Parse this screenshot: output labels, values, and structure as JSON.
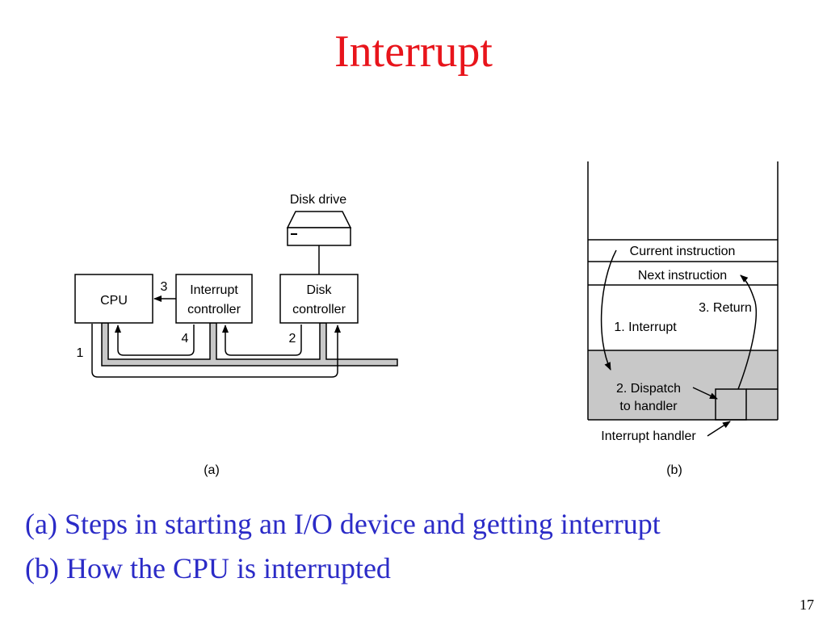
{
  "slide": {
    "title": "Interrupt",
    "page_number": "17",
    "captions": [
      "(a) Steps in starting an I/O device and getting interrupt",
      "(b) How the CPU is interrupted"
    ]
  },
  "figure_a": {
    "label": "(a)",
    "disk_drive": "Disk drive",
    "cpu": "CPU",
    "interrupt_controller": [
      "Interrupt",
      "controller"
    ],
    "disk_controller": [
      "Disk",
      "controller"
    ],
    "steps": [
      "1",
      "2",
      "3",
      "4"
    ]
  },
  "figure_b": {
    "label": "(b)",
    "current_instruction": "Current instruction",
    "next_instruction": "Next instruction",
    "step1": "1. Interrupt",
    "step3": "3. Return",
    "step2": [
      "2. Dispatch",
      "to handler"
    ],
    "interrupt_handler": "Interrupt handler"
  }
}
